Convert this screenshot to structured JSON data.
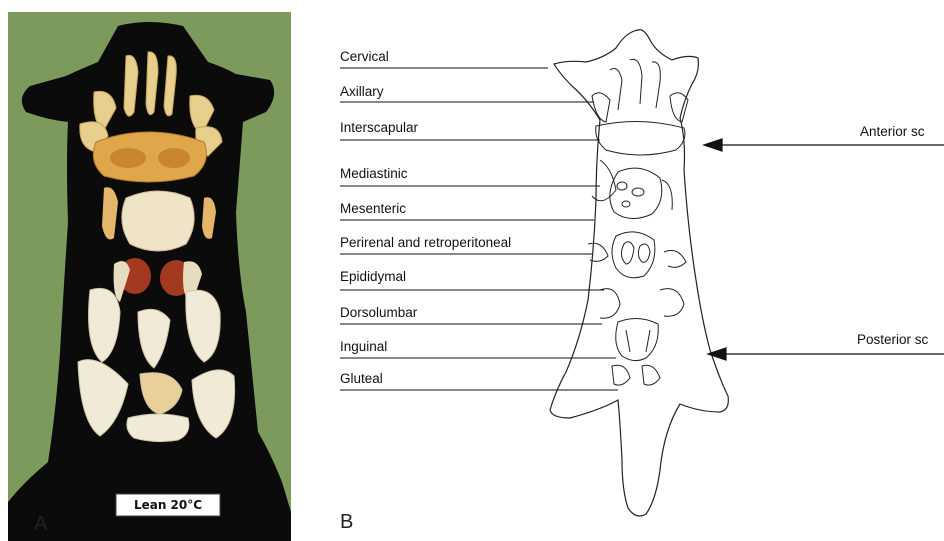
{
  "panel_a": {
    "letter": "A",
    "caption": "Lean 20°C"
  },
  "panel_b": {
    "letter": "B",
    "left_labels": [
      "Cervical",
      "Axillary",
      "Interscapular",
      "Mediastinic",
      "Mesenteric",
      "Perirenal and retroperitoneal",
      "Epididymal",
      "Dorsolumbar",
      "Inguinal",
      "Gluteal"
    ],
    "right_labels": [
      "Anterior sc",
      "Posterior sc"
    ]
  }
}
